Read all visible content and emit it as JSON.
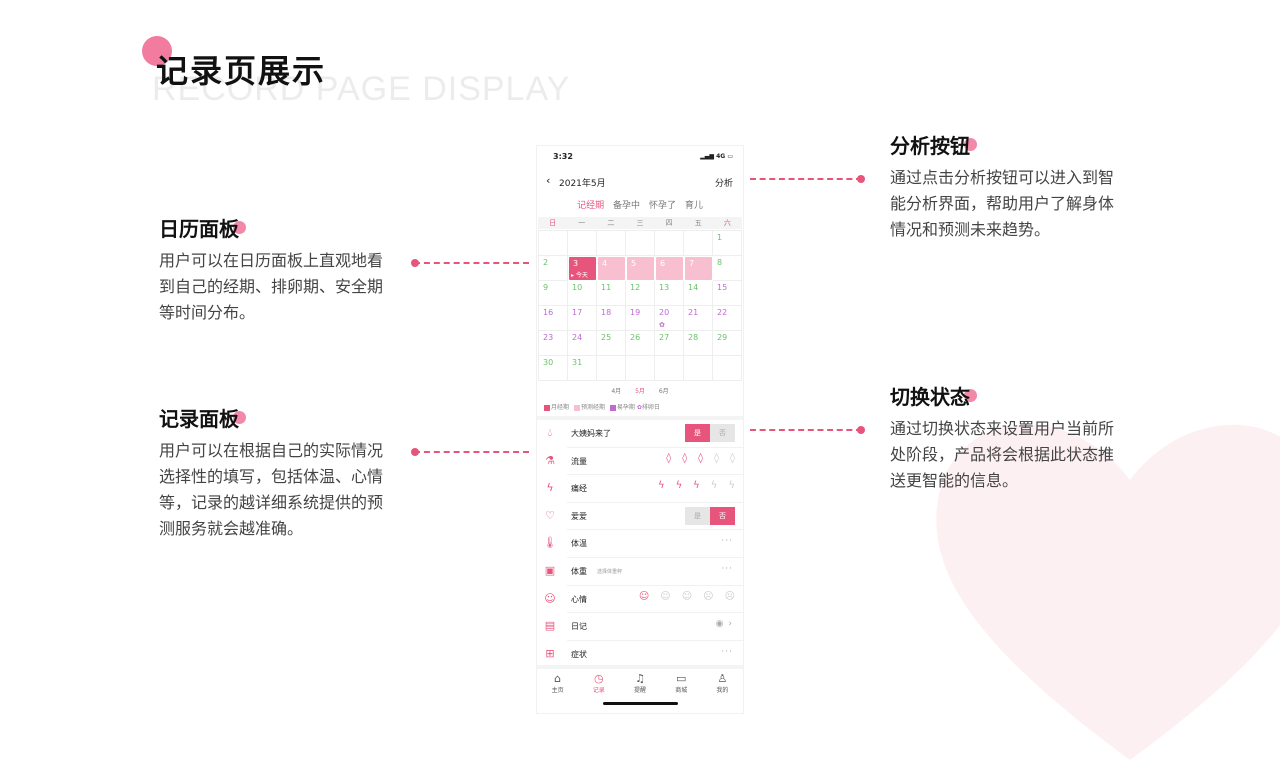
{
  "page": {
    "title": "记录页展示",
    "subtitle": "RECORD PAGE DISPLAY"
  },
  "annotations": {
    "calendar": {
      "title": "日历面板",
      "desc": "用户可以在日历面板上直观地看到自己的经期、排卵期、安全期等时间分布。"
    },
    "record": {
      "title": "记录面板",
      "desc": "用户可以在根据自己的实际情况选择性的填写，包括体温、心情等，记录的越详细系统提供的预测服务就会越准确。"
    },
    "analysis": {
      "title": "分析按钮",
      "desc": "通过点击分析按钮可以进入到智能分析界面，帮助用户了解身体情况和预测未来趋势。"
    },
    "switch": {
      "title": "切换状态",
      "desc": "通过切换状态来设置用户当前所处阶段，产品将会根据此状态推送更智能的信息。"
    }
  },
  "phone": {
    "status_time": "3:32",
    "status_signal": "4G",
    "nav_month": "2021年5月",
    "nav_analysis": "分析",
    "tabs": [
      "记经期",
      "备孕中",
      "怀孕了",
      "育儿"
    ],
    "weekdays": [
      "日",
      "一",
      "二",
      "三",
      "四",
      "五",
      "六"
    ],
    "today_label": "今天",
    "months": [
      "4月",
      "5月",
      "6月"
    ],
    "legend": [
      "月经期",
      "预测经期",
      "易孕期",
      "排卵日"
    ],
    "records": [
      {
        "label": "大姨妈来了",
        "icon": "drop-icon"
      },
      {
        "label": "流量",
        "icon": "flask-icon"
      },
      {
        "label": "痛经",
        "icon": "lightning-icon"
      },
      {
        "label": "爱爱",
        "icon": "heart-icon"
      },
      {
        "label": "体温",
        "icon": "thermometer-icon"
      },
      {
        "label": "体重",
        "icon": "scale-icon",
        "hint": "选择体重秤"
      },
      {
        "label": "心情",
        "icon": "smile-icon"
      },
      {
        "label": "日记",
        "icon": "notebook-icon"
      },
      {
        "label": "症状",
        "icon": "medkit-icon"
      }
    ],
    "yes": "是",
    "no": "否",
    "bottom_tabs": [
      "主页",
      "记录",
      "提醒",
      "商城",
      "我的"
    ]
  }
}
